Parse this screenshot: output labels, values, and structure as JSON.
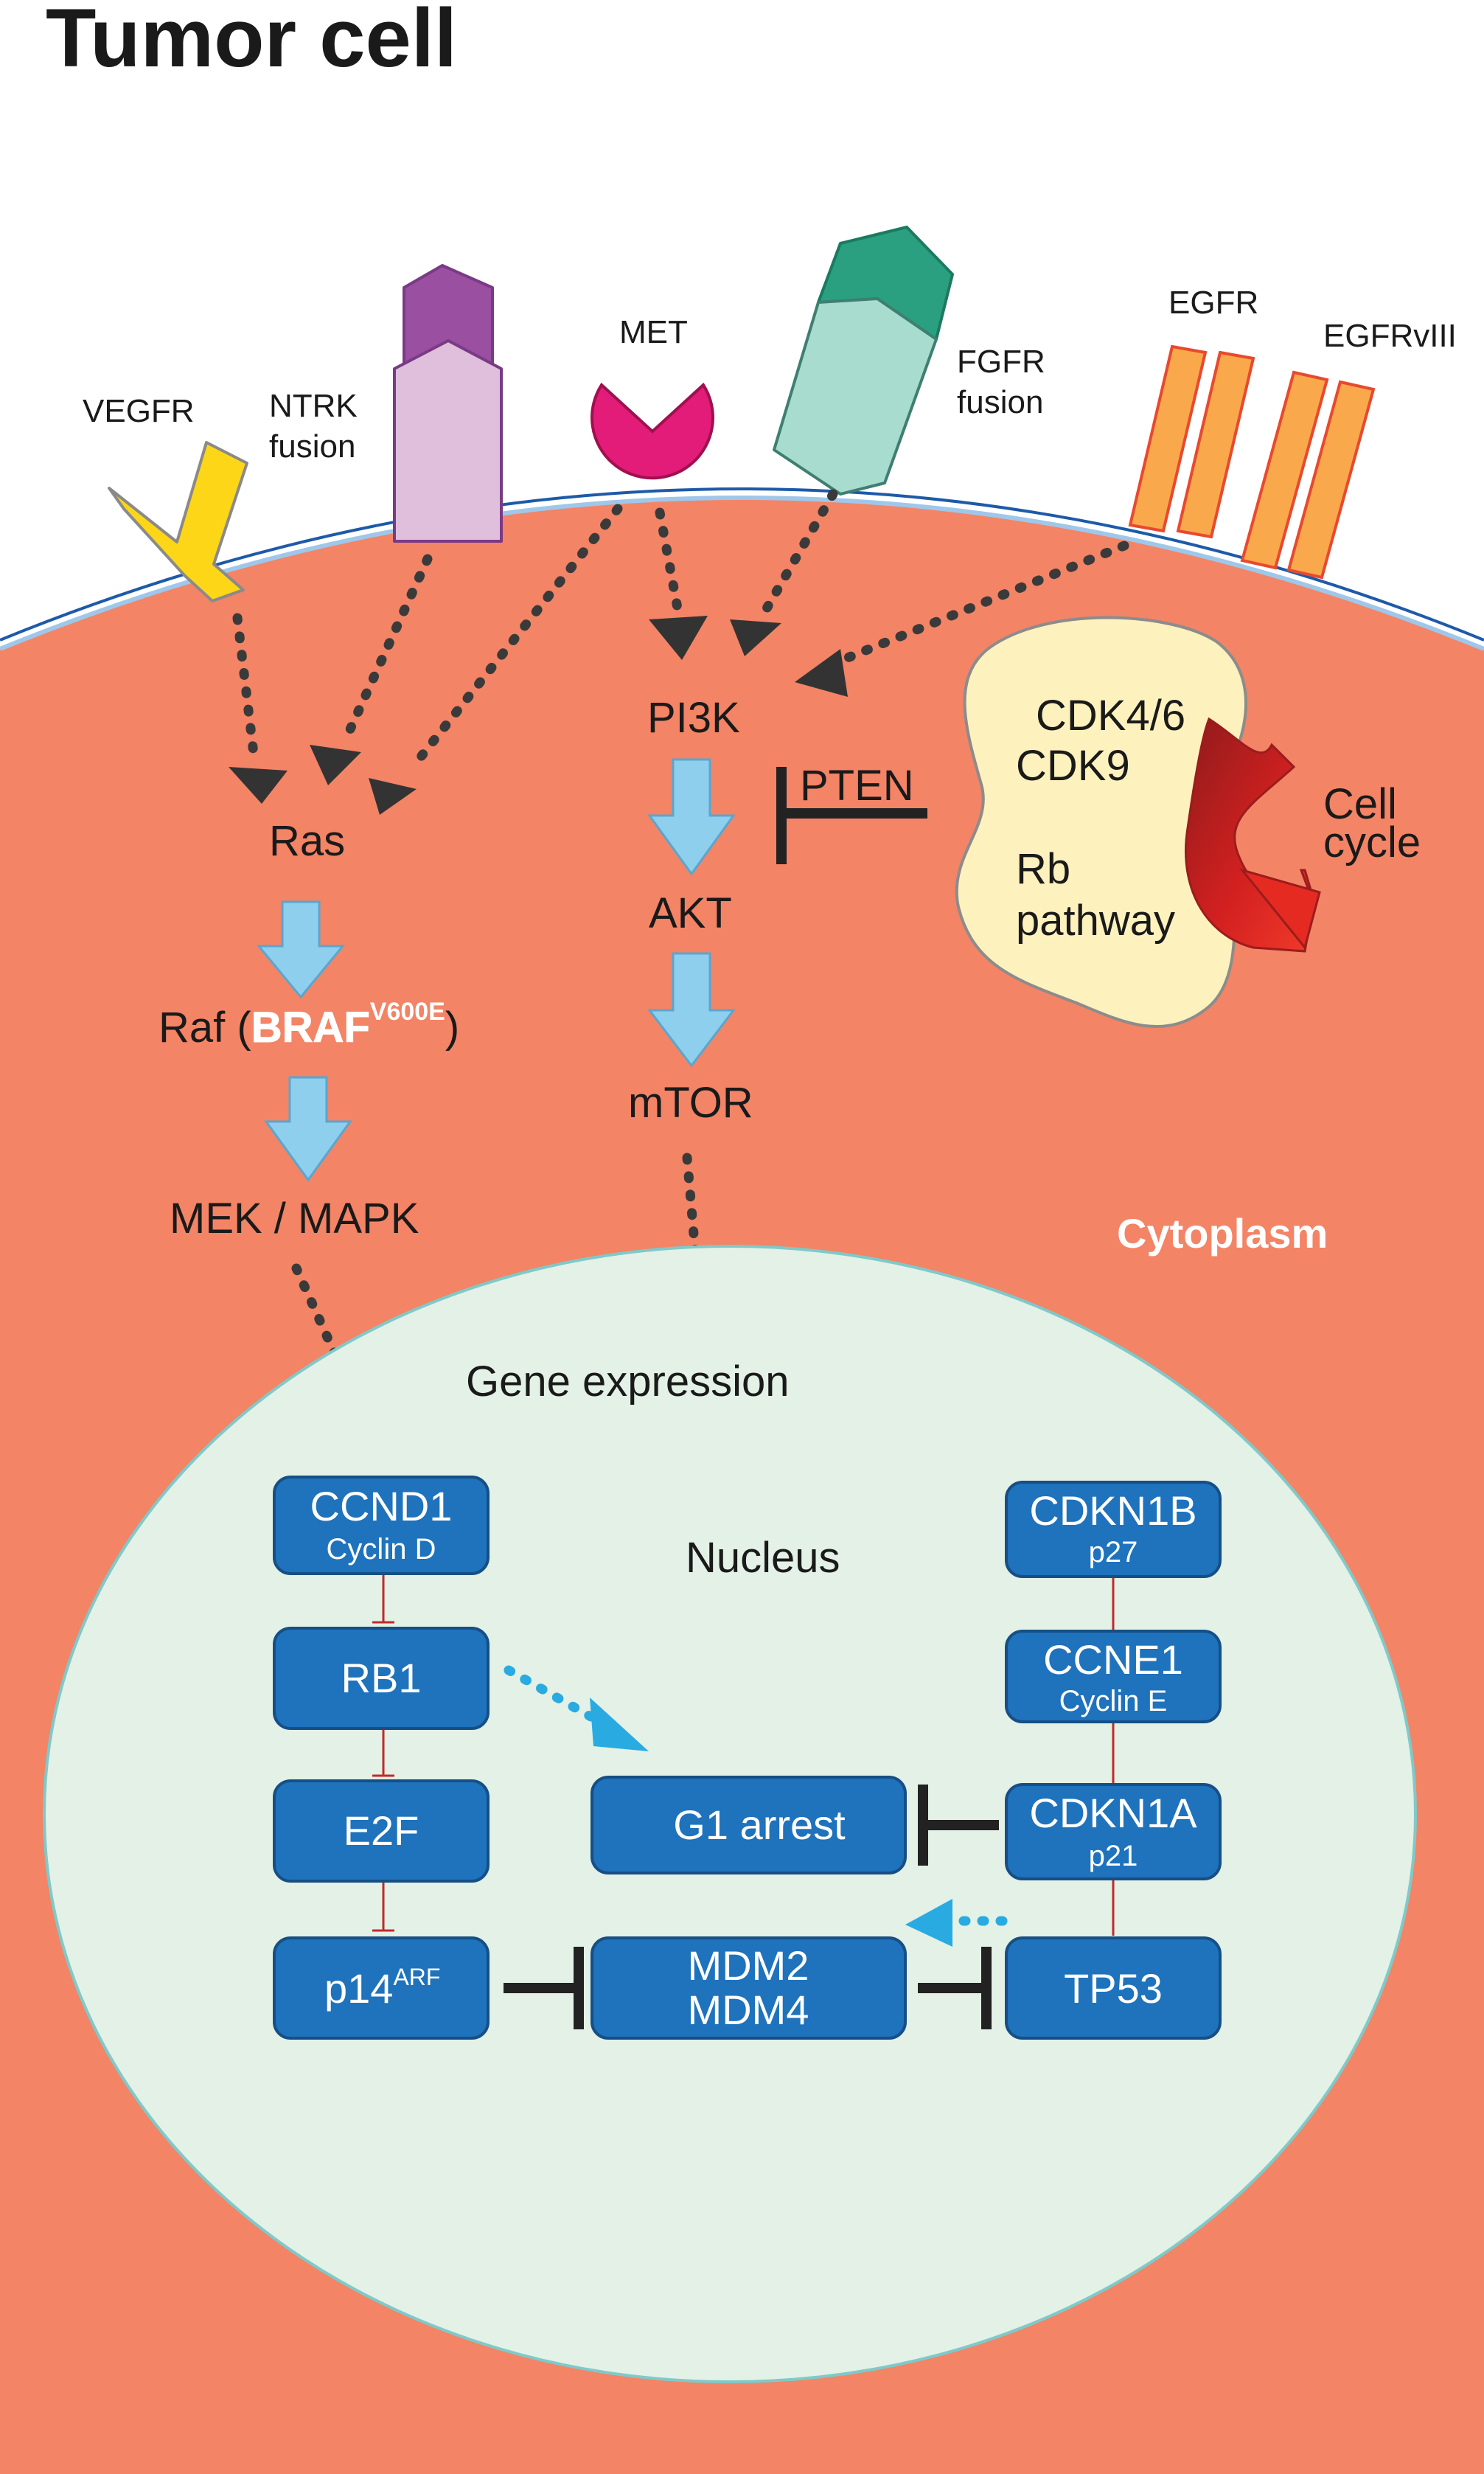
{
  "title": "Tumor cell",
  "receptors": {
    "vegfr": "VEGFR",
    "ntrk_line1": "NTRK",
    "ntrk_line2": "fusion",
    "met": "MET",
    "fgfr_line1": "FGFR",
    "fgfr_line2": "fusion",
    "egfr": "EGFR",
    "egfrviii": "EGFRvIII"
  },
  "pathway": {
    "ras": "Ras",
    "raf_prefix": "Raf (",
    "braf": "BRAF",
    "braf_sup": "V600E",
    "raf_suffix": ")",
    "mek": "MEK / MAPK",
    "pi3k": "PI3K",
    "akt": "AKT",
    "mtor": "mTOR",
    "pten": "PTEN"
  },
  "cdk": {
    "line1": "CDK4/6",
    "line2": "CDK9",
    "line3": "Rb",
    "line4": "pathway"
  },
  "cell_cycle": {
    "line1": "Cell",
    "line2": "cycle"
  },
  "cytoplasm": "Cytoplasm",
  "gene_expression": "Gene expression",
  "nucleus": "Nucleus",
  "genes": {
    "ccnd1": {
      "name": "CCND1",
      "sub": "Cyclin D"
    },
    "rb1": {
      "name": "RB1"
    },
    "e2f": {
      "name": "E2F"
    },
    "p14": {
      "name": "p14",
      "sup": "ARF"
    },
    "mdm": {
      "line1": "MDM2",
      "line2": "MDM4"
    },
    "g1": {
      "name": "G1 arrest"
    },
    "cdkn1b": {
      "name": "CDKN1B",
      "sub": "p27"
    },
    "ccne1": {
      "name": "CCNE1",
      "sub": "Cyclin E"
    },
    "cdkn1a": {
      "name": "CDKN1A",
      "sub": "p21"
    },
    "tp53": {
      "name": "TP53"
    }
  },
  "colors": {
    "cell": "#f38466",
    "nucleus": "#e3f1e6",
    "gene_box": "#1f72bc",
    "arrow_blue": "#8ecfee",
    "cdk_blob": "#fdf2bd",
    "dotted_dark": "#3a3a3a",
    "dotted_blue": "#29abe2"
  }
}
